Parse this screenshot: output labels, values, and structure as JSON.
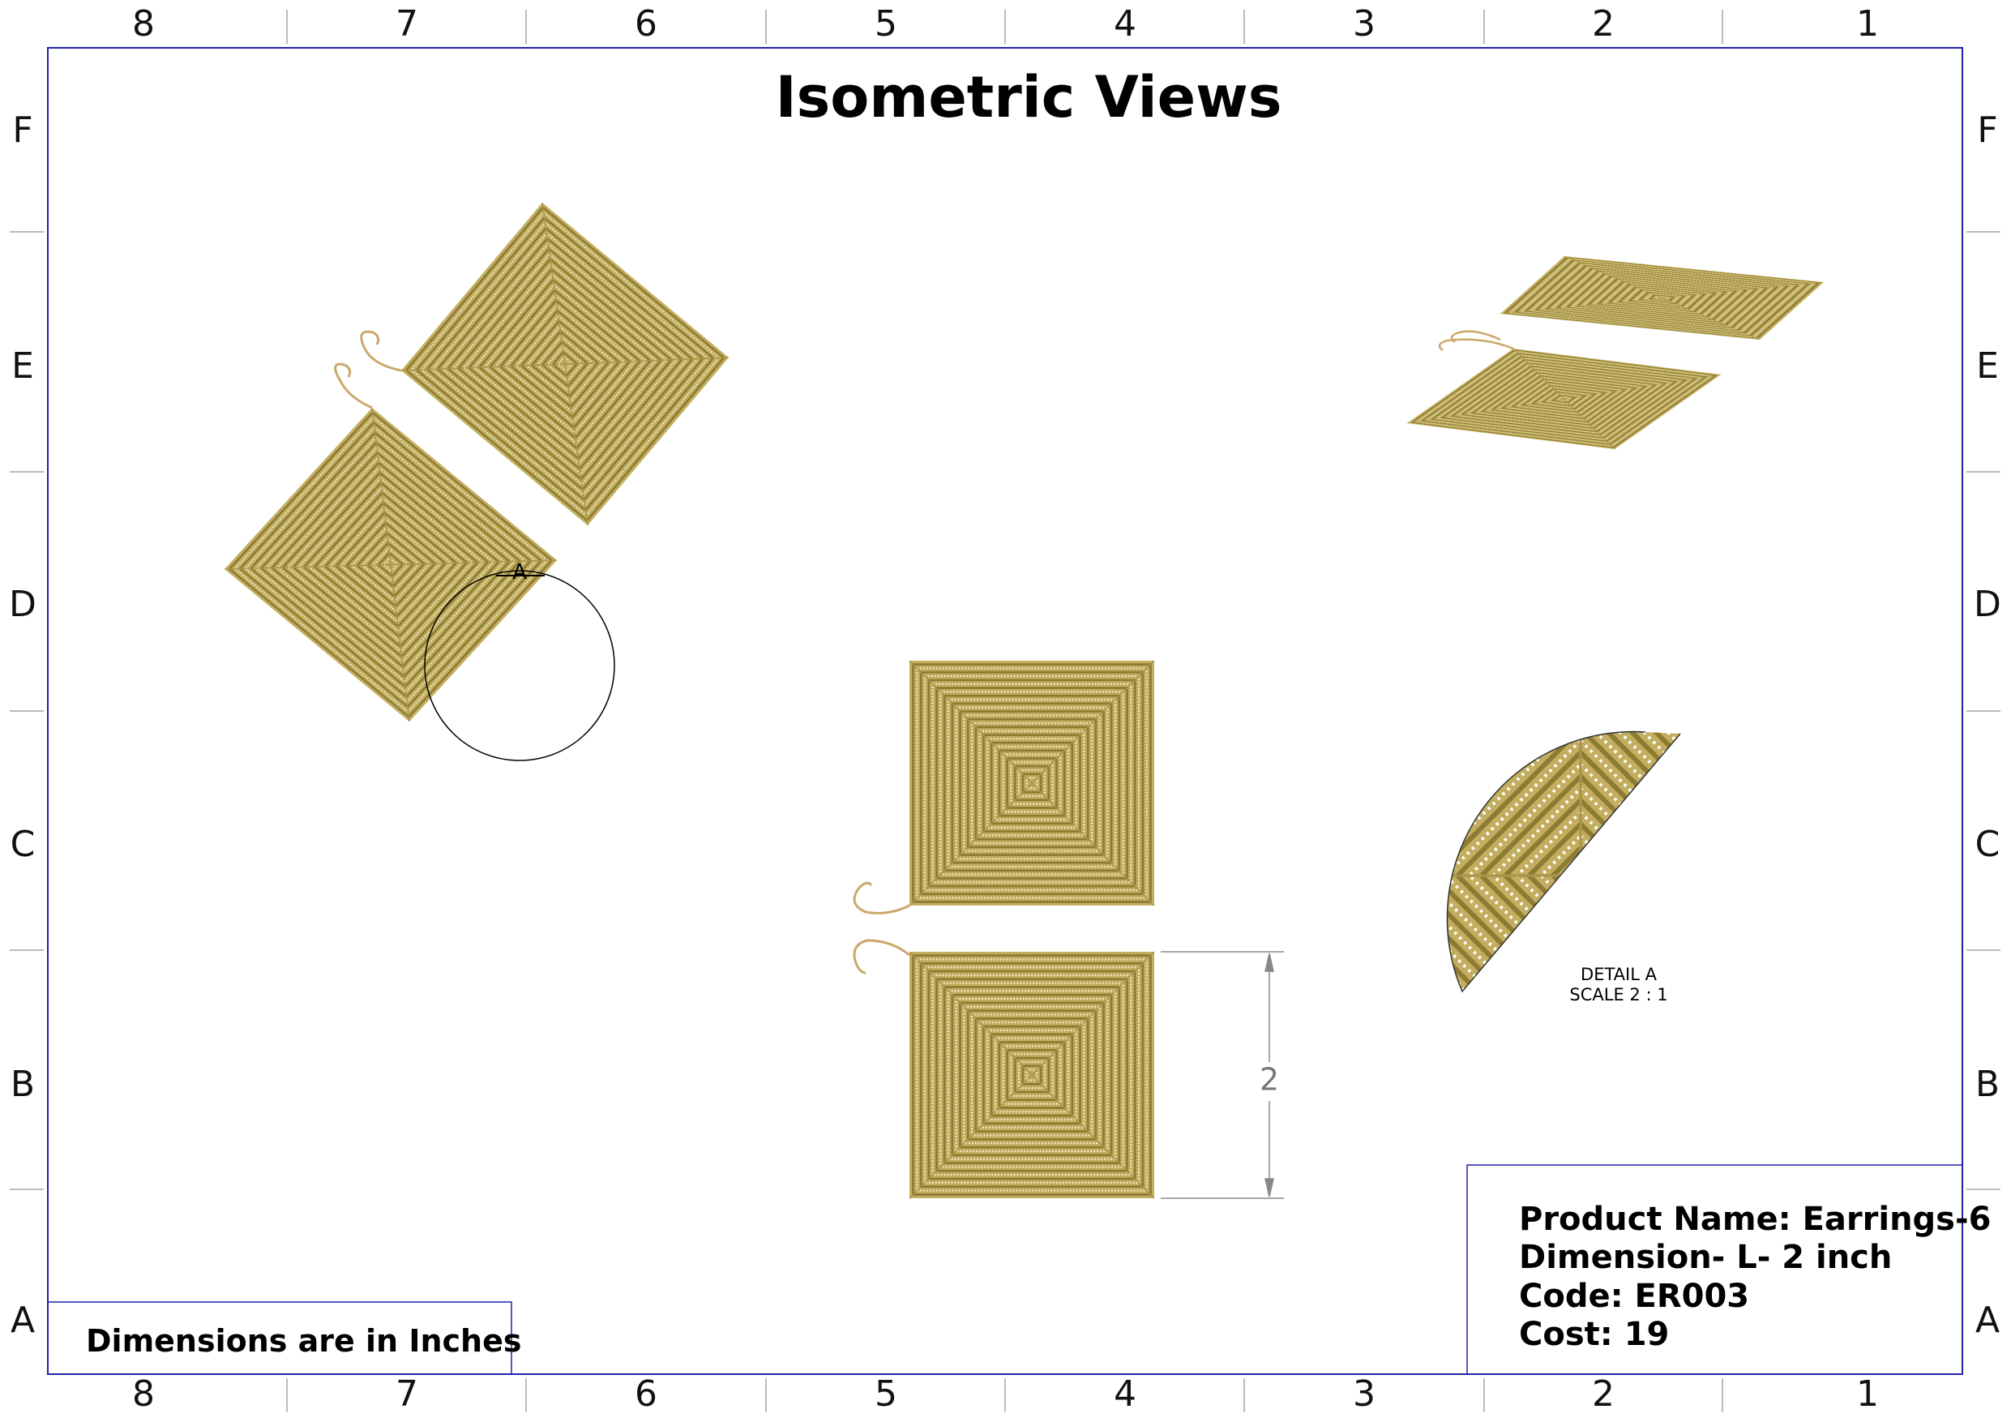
{
  "sheet": {
    "title": "Isometric Views",
    "column_zones": [
      "8",
      "7",
      "6",
      "5",
      "4",
      "3",
      "2",
      "1"
    ],
    "row_zones": [
      "F",
      "E",
      "D",
      "C",
      "B",
      "A"
    ],
    "border_color": "#2222aa",
    "note": "Dimensions are in Inches"
  },
  "title_block": {
    "product_name": "Product Name: Earrings-6",
    "dimension": "Dimension- L- 2 inch",
    "code": "Code: ER003",
    "cost": "Cost: 19"
  },
  "views": {
    "detail_label": "A",
    "detail_title": "DETAIL A",
    "detail_scale": "SCALE 2 : 1",
    "dimension_value": "2"
  },
  "colors": {
    "gold": "#c2ae5e",
    "gold_dark": "#8d7a33"
  }
}
